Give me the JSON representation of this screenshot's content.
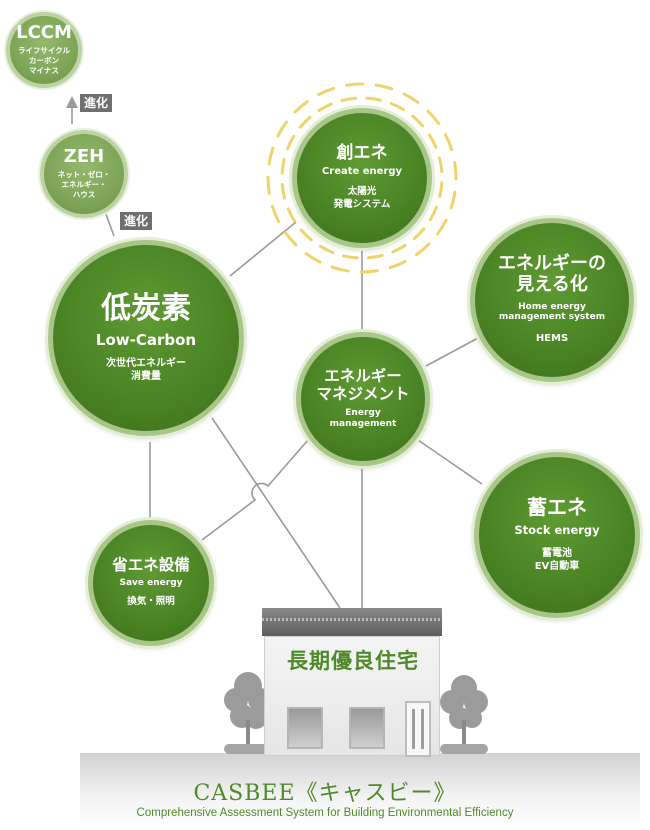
{
  "nodes": {
    "lccm": {
      "title": "LCCM",
      "sub": [
        "ライフサイクル",
        "カーボン",
        "マイナス"
      ]
    },
    "zeh": {
      "title": "ZEH",
      "sub": [
        "ネット・ゼロ・",
        "エネルギー・",
        "ハウス"
      ]
    },
    "low_carbon": {
      "title": "低炭素",
      "en": "Low-Carbon",
      "sub": [
        "次世代エネルギー",
        "消費量"
      ]
    },
    "create": {
      "title": "創エネ",
      "en": "Create energy",
      "sub": [
        "太陽光",
        "発電システム"
      ]
    },
    "mieru": {
      "title": [
        "エネルギーの",
        "見える化"
      ],
      "en": [
        "Home energy",
        "management system"
      ],
      "sub": "HEMS"
    },
    "management": {
      "title": [
        "エネルギー",
        "マネジメント"
      ],
      "en": [
        "Energy",
        "management"
      ]
    },
    "stock": {
      "title": "蓄エネ",
      "en": "Stock energy",
      "sub": [
        "蓄電池",
        "EV自動車"
      ]
    },
    "save": {
      "title": "省エネ設備",
      "en": "Save energy",
      "sub": "換気・照明"
    }
  },
  "evolution_label": "進化",
  "house": {
    "title": "長期優良住宅"
  },
  "footer": {
    "casbee": "CASBEE《キャスビー》",
    "casbee_sub": "Comprehensive Assessment System for Building Environmental Efficiency"
  },
  "colors": {
    "circle_green": "#4b8424",
    "circle_light_green": "#7ea557",
    "connector_gray": "#9a9a9a",
    "sun_ray_yellow": "#f2d26a",
    "evolution_badge": "#6f6f6f",
    "casbee_text": "#4f8a2a"
  }
}
